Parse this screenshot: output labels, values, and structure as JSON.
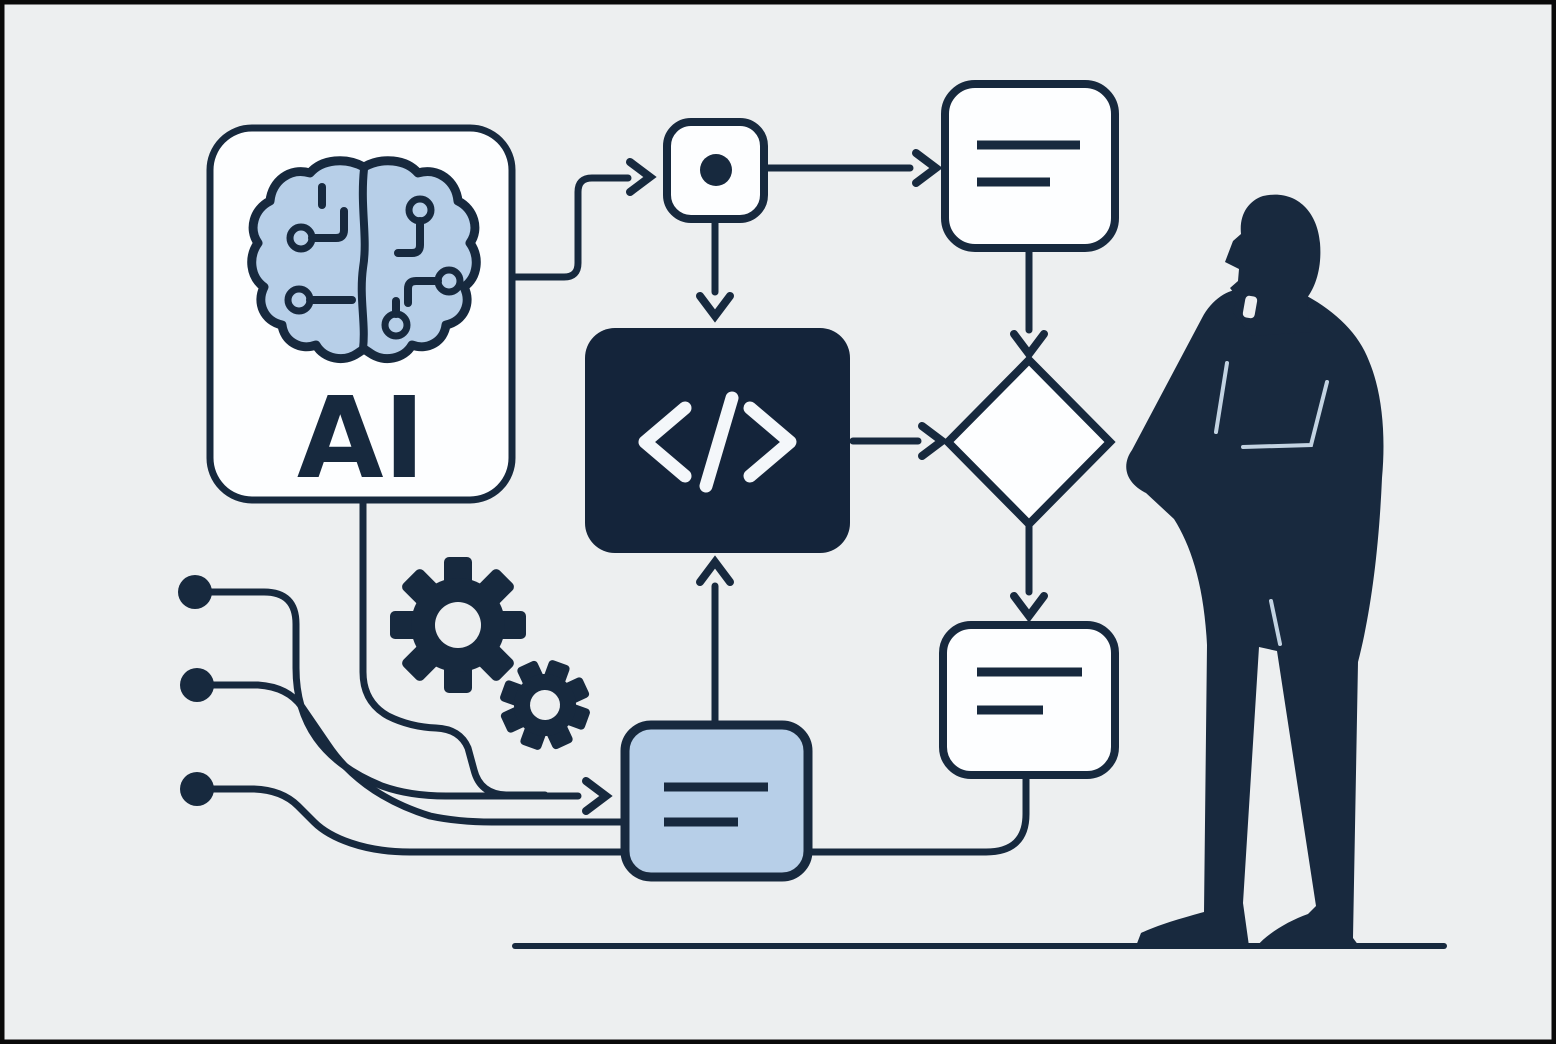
{
  "illustration": {
    "description": "Flat vector illustration of an AI-assisted coding workflow: an AI chip with a circuit brain feeds a flowchart that generates code, with gears, circuit input nodes, and a standing person thinking with hand on chin.",
    "background_color": "#edeff0",
    "frame_color": "#0a0a0a",
    "palette": {
      "navy": "#17293e",
      "code_box_fill": "#14243a",
      "person_fill": "#18293e",
      "light_blue": "#b7cfe8",
      "white": "#fdfeff",
      "crease_blue": "#c3d3e2"
    },
    "ai_chip": {
      "label": "AI",
      "icon": "circuit-brain-icon",
      "brain_circuit_nodes": 5
    },
    "flowchart": {
      "start_node": {
        "icon": "dot-icon"
      },
      "document_top": {
        "text_lines": 2
      },
      "code_block": {
        "icon": "code-icon",
        "glyph": "</>"
      },
      "decision": {
        "shape": "diamond"
      },
      "document_bottom": {
        "text_lines": 2
      },
      "notes_card_blue": {
        "text_lines": 2,
        "fill": "light_blue"
      },
      "edges": [
        {
          "from": "ai-chip",
          "to": "start-node",
          "arrow": true
        },
        {
          "from": "start-node",
          "to": "document-top",
          "arrow": true
        },
        {
          "from": "start-node",
          "to": "code-block",
          "arrow": true
        },
        {
          "from": "document-top",
          "to": "decision",
          "arrow": true
        },
        {
          "from": "code-block",
          "to": "decision",
          "arrow": true
        },
        {
          "from": "decision",
          "to": "document-bottom",
          "arrow": true
        },
        {
          "from": "notes-card-blue",
          "to": "code-block",
          "arrow": true
        },
        {
          "from": "circuit-inputs",
          "to": "notes-card-blue",
          "arrow": true
        },
        {
          "from": "ai-chip",
          "to": "notes-card-blue",
          "arrow": true
        },
        {
          "from": "document-bottom",
          "to": "notes-card-blue",
          "arrow": false
        }
      ]
    },
    "machinery": {
      "gear_count": 2,
      "icons": [
        "gear-large-icon",
        "gear-small-icon"
      ]
    },
    "circuit_inputs": {
      "node_count": 3
    },
    "person": {
      "pose": "thinking",
      "description": "standing man silhouette, hand on chin, facing left"
    },
    "ground_line": true
  }
}
